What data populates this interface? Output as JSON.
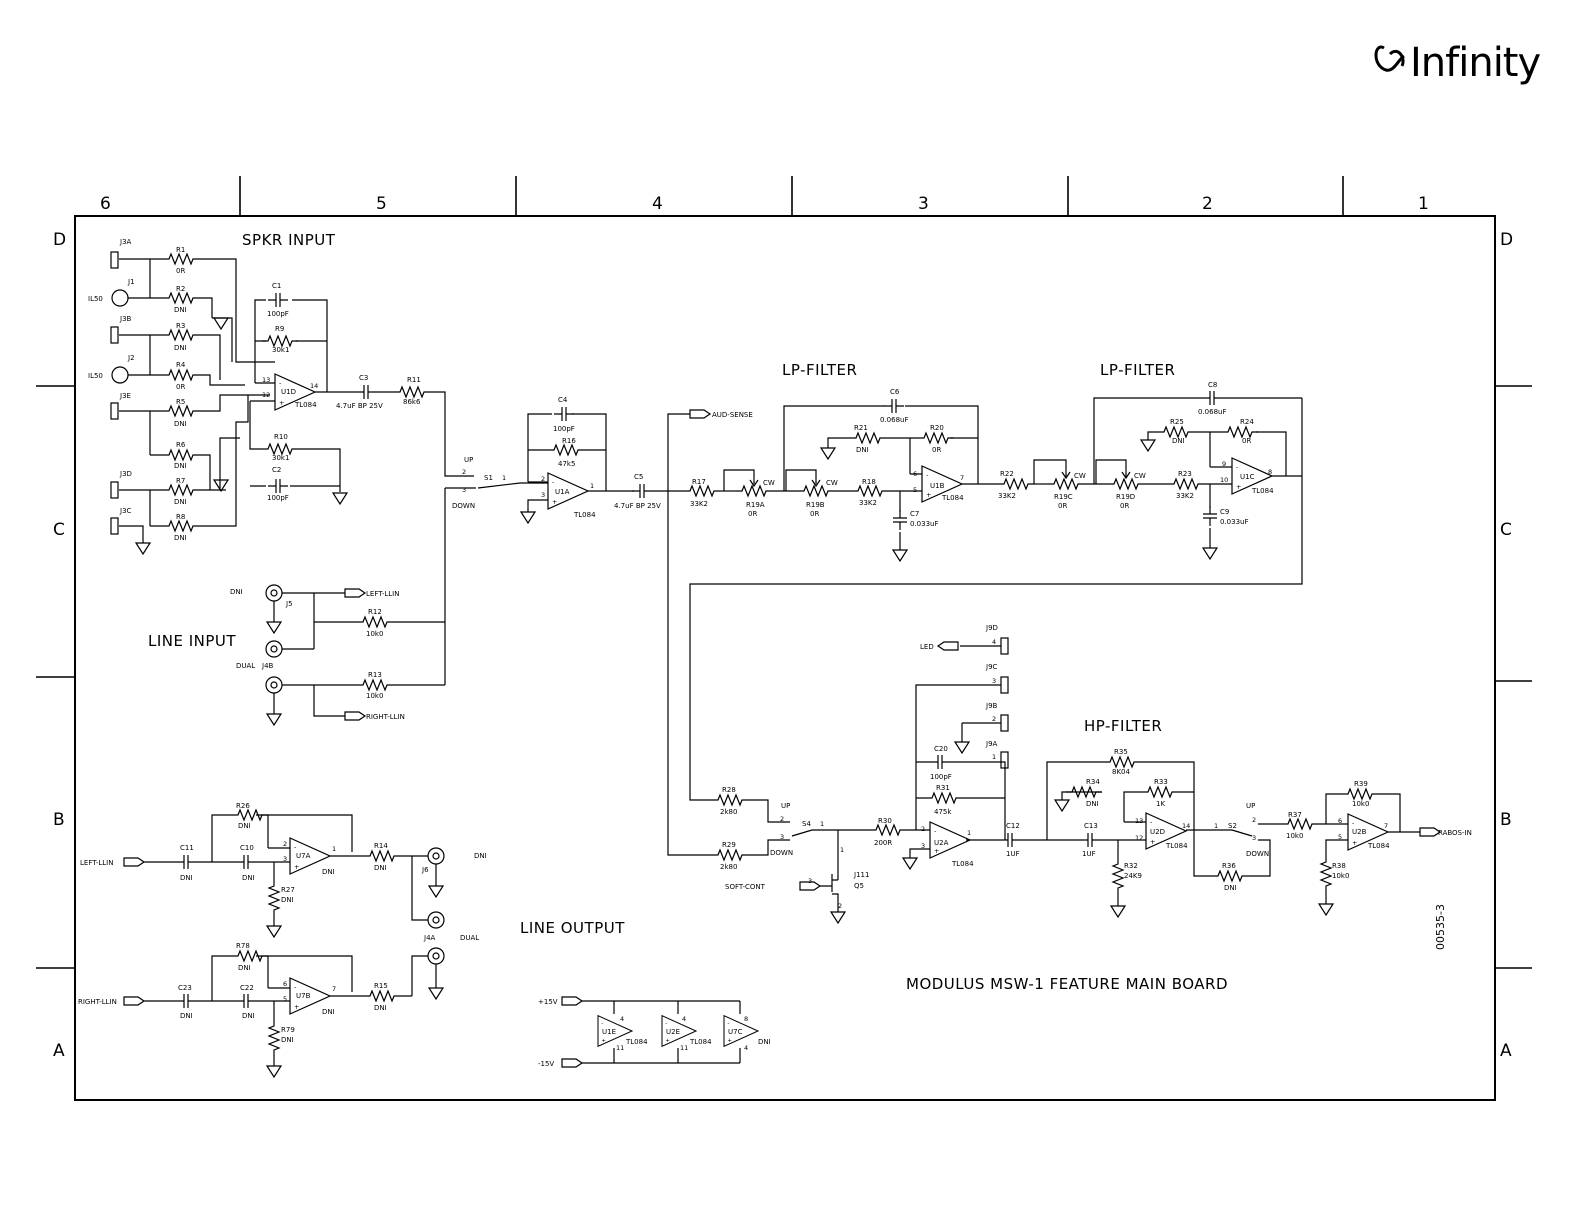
{
  "logo": {
    "text": "Infinity"
  },
  "frame": {
    "columns": [
      "6",
      "5",
      "4",
      "3",
      "2",
      "1"
    ],
    "rows": [
      "D",
      "C",
      "B",
      "A"
    ]
  },
  "titles": {
    "spkr_input": "SPKR INPUT",
    "line_input": "LINE INPUT",
    "line_output": "LINE OUTPUT",
    "lp_filter_1": "LP-FILTER",
    "lp_filter_2": "LP-FILTER",
    "hp_filter": "HP-FILTER",
    "board": "MODULUS MSW-1 FEATURE MAIN BOARD",
    "drawing_number": "00535-3"
  },
  "net_labels": {
    "aud_sense": "AUD-SENSE",
    "left_llin_out": "LEFT-LLIN",
    "right_llin_out": "RIGHT-LLIN",
    "led": "LED",
    "soft_cont": "SOFT-CONT",
    "rabos_in": "RABOS-IN",
    "left_llin_in": "LEFT-LLIN",
    "right_llin_in": "RIGHT-LLIN",
    "plus15": "+15V",
    "minus15": "-15V",
    "il50_1": "IL50",
    "il50_2": "IL50",
    "dni_j5": "DNI",
    "dual_j4b": "DUAL",
    "dni_j6": "DNI",
    "dual_j4a": "DUAL"
  },
  "connectors": {
    "j3a": "J3A",
    "j1": "J1",
    "j3b": "J3B",
    "j2": "J2",
    "j3e": "J3E",
    "j3d": "J3D",
    "j3c": "J3C",
    "j5": "J5",
    "j4b": "J4B",
    "j6": "J6",
    "j4a": "J4A",
    "j9d": "J9D",
    "j9c": "J9C",
    "j9b": "J9B",
    "j9a": "J9A",
    "j111": "J111",
    "q5": "Q5"
  },
  "spkr_resistors": [
    {
      "ref": "R1",
      "val": "0R"
    },
    {
      "ref": "R2",
      "val": "DNI"
    },
    {
      "ref": "R3",
      "val": "DNI"
    },
    {
      "ref": "R4",
      "val": "0R"
    },
    {
      "ref": "R5",
      "val": "DNI"
    },
    {
      "ref": "R6",
      "val": "DNI"
    },
    {
      "ref": "R7",
      "val": "DNI"
    },
    {
      "ref": "R8",
      "val": "DNI"
    }
  ],
  "components": {
    "c1": {
      "ref": "C1",
      "val": "100pF"
    },
    "r9": {
      "ref": "R9",
      "val": "30k1"
    },
    "u1d": {
      "ref": "U1D",
      "part": "TL084"
    },
    "r10": {
      "ref": "R10",
      "val": "30k1"
    },
    "c2": {
      "ref": "C2",
      "val": "100pF"
    },
    "c3": {
      "ref": "C3",
      "val": "4.7uF  BP  25V"
    },
    "r11": {
      "ref": "R11",
      "val": "86k6"
    },
    "s1": {
      "ref": "S1",
      "up": "UP",
      "down": "DOWN"
    },
    "c4": {
      "ref": "C4",
      "val": "100pF"
    },
    "r16": {
      "ref": "R16",
      "val": "47k5"
    },
    "u1a": {
      "ref": "U1A",
      "part": "TL084"
    },
    "c5": {
      "ref": "C5",
      "val": "4.7uF  BP  25V"
    },
    "r17": {
      "ref": "R17",
      "val": "33K2"
    },
    "r19a": {
      "ref": "R19A",
      "val": "0R"
    },
    "r19b": {
      "ref": "R19B",
      "val": "0R"
    },
    "c6": {
      "ref": "C6",
      "val": "0.068uF"
    },
    "r21": {
      "ref": "R21",
      "val": "DNI"
    },
    "r20": {
      "ref": "R20",
      "val": "0R"
    },
    "r18": {
      "ref": "R18",
      "val": "33K2"
    },
    "u1b": {
      "ref": "U1B",
      "part": "TL084"
    },
    "c7": {
      "ref": "C7",
      "val": "0.033uF"
    },
    "r22": {
      "ref": "R22",
      "val": "33K2"
    },
    "r19c": {
      "ref": "R19C",
      "val": "0R"
    },
    "r19d": {
      "ref": "R19D",
      "val": "0R"
    },
    "c8": {
      "ref": "C8",
      "val": "0.068uF"
    },
    "r25a": {
      "ref": "R25",
      "val": "DNI"
    },
    "r24": {
      "ref": "R24",
      "val": "0R"
    },
    "r23": {
      "ref": "R23",
      "val": "33K2"
    },
    "u1c": {
      "ref": "U1C",
      "part": "TL084"
    },
    "c9": {
      "ref": "C9",
      "val": "0.033uF"
    },
    "r12": {
      "ref": "R12",
      "val": "10k0"
    },
    "r13": {
      "ref": "R13",
      "val": "10k0"
    },
    "c20": {
      "ref": "C20",
      "val": "100pF"
    },
    "r31": {
      "ref": "R31",
      "val": "475k"
    },
    "r28": {
      "ref": "R28",
      "val": "2k80"
    },
    "r29": {
      "ref": "R29",
      "val": "2k80"
    },
    "s4": {
      "ref": "S4",
      "up": "UP",
      "down": "DOWN"
    },
    "r30": {
      "ref": "R30",
      "val": "200R"
    },
    "u2a": {
      "ref": "U2A",
      "part": "TL084"
    },
    "c12": {
      "ref": "C12",
      "val": "1UF"
    },
    "r35": {
      "ref": "R35",
      "val": "8K04"
    },
    "r34": {
      "ref": "R34",
      "val": "DNI"
    },
    "r33": {
      "ref": "R33",
      "val": "1K"
    },
    "c13": {
      "ref": "C13",
      "val": "1UF"
    },
    "r32": {
      "ref": "R32",
      "val": "24K9"
    },
    "u2d": {
      "ref": "U2D",
      "part": "TL084"
    },
    "r36": {
      "ref": "R36",
      "val": "DNI"
    },
    "s2": {
      "ref": "S2",
      "up": "UP",
      "down": "DOWN"
    },
    "r37": {
      "ref": "R37",
      "val": "10k0"
    },
    "r39": {
      "ref": "R39",
      "val": "10k0"
    },
    "r38": {
      "ref": "R38",
      "val": "10k0"
    },
    "u2b": {
      "ref": "U2B",
      "part": "TL084"
    },
    "r26": {
      "ref": "R26",
      "val": "DNI"
    },
    "c11": {
      "ref": "C11",
      "val": "DNI"
    },
    "c10": {
      "ref": "C10",
      "val": "DNI"
    },
    "u7a": {
      "ref": "U7A",
      "part": "DNI"
    },
    "r27": {
      "ref": "R27",
      "val": "DNI"
    },
    "r14": {
      "ref": "R14",
      "val": "DNI"
    },
    "r78": {
      "ref": "R78",
      "val": "DNI"
    },
    "c23": {
      "ref": "C23",
      "val": "DNI"
    },
    "c22": {
      "ref": "C22",
      "val": "DNI"
    },
    "u7b": {
      "ref": "U7B",
      "part": "DNI"
    },
    "r79": {
      "ref": "R79",
      "val": "DNI"
    },
    "r15": {
      "ref": "R15",
      "val": "DNI"
    },
    "u1e": {
      "ref": "U1E",
      "part": "TL084"
    },
    "u2e": {
      "ref": "U2E",
      "part": "TL084"
    },
    "u7c": {
      "ref": "U7C",
      "part": "DNI"
    }
  },
  "cw": "CW"
}
